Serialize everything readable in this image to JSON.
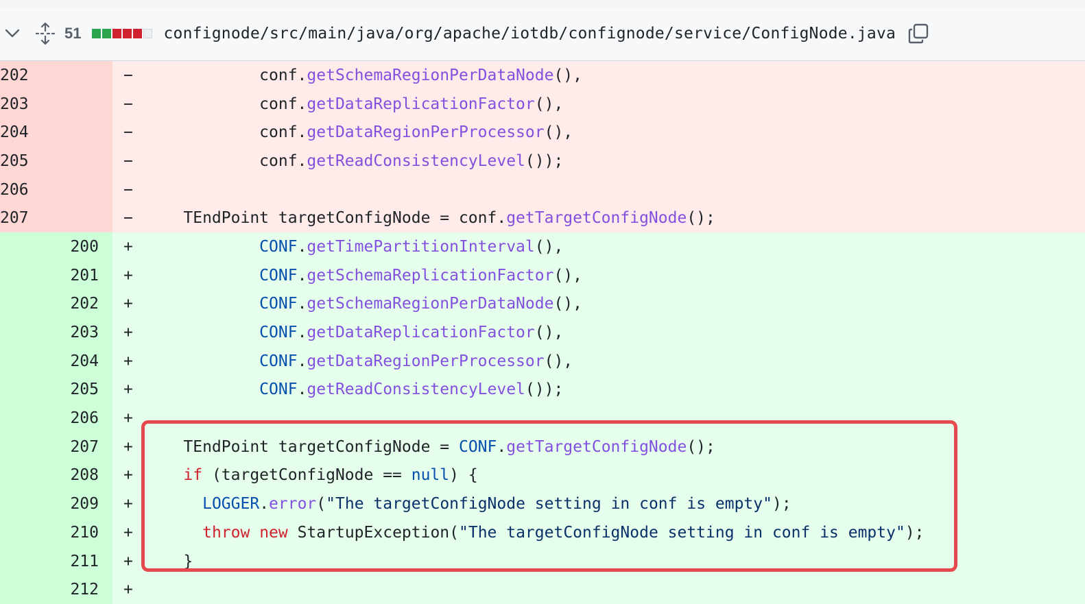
{
  "header": {
    "change_count": "51",
    "diff_bars": [
      "#2da44e",
      "#2da44e",
      "#cf222e",
      "#cf222e",
      "#cf222e",
      "#eaeef2"
    ],
    "file_path": "confignode/src/main/java/org/apache/iotdb/confignode/service/ConfigNode.java"
  },
  "colors": {
    "highlight_border": "#e5484d",
    "del_bg": "#ffebe9",
    "add_bg": "#e6ffec"
  },
  "icons": [
    "chevron-down-icon",
    "expand-all-icon",
    "copy-icon"
  ],
  "diff_lines": [
    {
      "type": "del",
      "old": "202",
      "new": "",
      "sign": "−",
      "tokens": [
        [
          "plain",
          "            conf."
        ],
        [
          "fn",
          "getSchemaRegionPerDataNode"
        ],
        [
          "plain",
          "(),"
        ]
      ]
    },
    {
      "type": "del",
      "old": "203",
      "new": "",
      "sign": "−",
      "tokens": [
        [
          "plain",
          "            conf."
        ],
        [
          "fn",
          "getDataReplicationFactor"
        ],
        [
          "plain",
          "(),"
        ]
      ]
    },
    {
      "type": "del",
      "old": "204",
      "new": "",
      "sign": "−",
      "tokens": [
        [
          "plain",
          "            conf."
        ],
        [
          "fn",
          "getDataRegionPerProcessor"
        ],
        [
          "plain",
          "(),"
        ]
      ]
    },
    {
      "type": "del",
      "old": "205",
      "new": "",
      "sign": "−",
      "tokens": [
        [
          "plain",
          "            conf."
        ],
        [
          "fn",
          "getReadConsistencyLevel"
        ],
        [
          "plain",
          "());"
        ]
      ]
    },
    {
      "type": "del",
      "old": "206",
      "new": "",
      "sign": "−",
      "tokens": []
    },
    {
      "type": "del",
      "old": "207",
      "new": "",
      "sign": "−",
      "tokens": [
        [
          "plain",
          "    TEndPoint targetConfigNode = conf."
        ],
        [
          "fn",
          "getTargetConfigNode"
        ],
        [
          "plain",
          "();"
        ]
      ]
    },
    {
      "type": "add",
      "old": "",
      "new": "200",
      "sign": "+",
      "tokens": [
        [
          "plain",
          "            "
        ],
        [
          "const",
          "CONF"
        ],
        [
          "plain",
          "."
        ],
        [
          "fn",
          "getTimePartitionInterval"
        ],
        [
          "plain",
          "(),"
        ]
      ]
    },
    {
      "type": "add",
      "old": "",
      "new": "201",
      "sign": "+",
      "tokens": [
        [
          "plain",
          "            "
        ],
        [
          "const",
          "CONF"
        ],
        [
          "plain",
          "."
        ],
        [
          "fn",
          "getSchemaReplicationFactor"
        ],
        [
          "plain",
          "(),"
        ]
      ]
    },
    {
      "type": "add",
      "old": "",
      "new": "202",
      "sign": "+",
      "tokens": [
        [
          "plain",
          "            "
        ],
        [
          "const",
          "CONF"
        ],
        [
          "plain",
          "."
        ],
        [
          "fn",
          "getSchemaRegionPerDataNode"
        ],
        [
          "plain",
          "(),"
        ]
      ]
    },
    {
      "type": "add",
      "old": "",
      "new": "203",
      "sign": "+",
      "tokens": [
        [
          "plain",
          "            "
        ],
        [
          "const",
          "CONF"
        ],
        [
          "plain",
          "."
        ],
        [
          "fn",
          "getDataReplicationFactor"
        ],
        [
          "plain",
          "(),"
        ]
      ]
    },
    {
      "type": "add",
      "old": "",
      "new": "204",
      "sign": "+",
      "tokens": [
        [
          "plain",
          "            "
        ],
        [
          "const",
          "CONF"
        ],
        [
          "plain",
          "."
        ],
        [
          "fn",
          "getDataRegionPerProcessor"
        ],
        [
          "plain",
          "(),"
        ]
      ]
    },
    {
      "type": "add",
      "old": "",
      "new": "205",
      "sign": "+",
      "tokens": [
        [
          "plain",
          "            "
        ],
        [
          "const",
          "CONF"
        ],
        [
          "plain",
          "."
        ],
        [
          "fn",
          "getReadConsistencyLevel"
        ],
        [
          "plain",
          "());"
        ]
      ]
    },
    {
      "type": "add",
      "old": "",
      "new": "206",
      "sign": "+",
      "tokens": []
    },
    {
      "type": "add",
      "old": "",
      "new": "207",
      "sign": "+",
      "tokens": [
        [
          "plain",
          "    TEndPoint targetConfigNode = "
        ],
        [
          "const",
          "CONF"
        ],
        [
          "plain",
          "."
        ],
        [
          "fn",
          "getTargetConfigNode"
        ],
        [
          "plain",
          "();"
        ]
      ]
    },
    {
      "type": "add",
      "old": "",
      "new": "208",
      "sign": "+",
      "tokens": [
        [
          "plain",
          "    "
        ],
        [
          "kw",
          "if"
        ],
        [
          "plain",
          " (targetConfigNode == "
        ],
        [
          "const",
          "null"
        ],
        [
          "plain",
          ") {"
        ]
      ]
    },
    {
      "type": "add",
      "old": "",
      "new": "209",
      "sign": "+",
      "tokens": [
        [
          "plain",
          "      "
        ],
        [
          "const",
          "LOGGER"
        ],
        [
          "plain",
          "."
        ],
        [
          "fn",
          "error"
        ],
        [
          "plain",
          "("
        ],
        [
          "str",
          "\"The targetConfigNode setting in conf is empty\""
        ],
        [
          "plain",
          ");"
        ]
      ]
    },
    {
      "type": "add",
      "old": "",
      "new": "210",
      "sign": "+",
      "tokens": [
        [
          "plain",
          "      "
        ],
        [
          "kw",
          "throw"
        ],
        [
          "plain",
          " "
        ],
        [
          "kw",
          "new"
        ],
        [
          "plain",
          " StartupException("
        ],
        [
          "str",
          "\"The targetConfigNode setting in conf is empty\""
        ],
        [
          "plain",
          ");"
        ]
      ]
    },
    {
      "type": "add",
      "old": "",
      "new": "211",
      "sign": "+",
      "tokens": [
        [
          "plain",
          "    }"
        ]
      ]
    },
    {
      "type": "add",
      "old": "",
      "new": "212",
      "sign": "+",
      "tokens": []
    }
  ]
}
